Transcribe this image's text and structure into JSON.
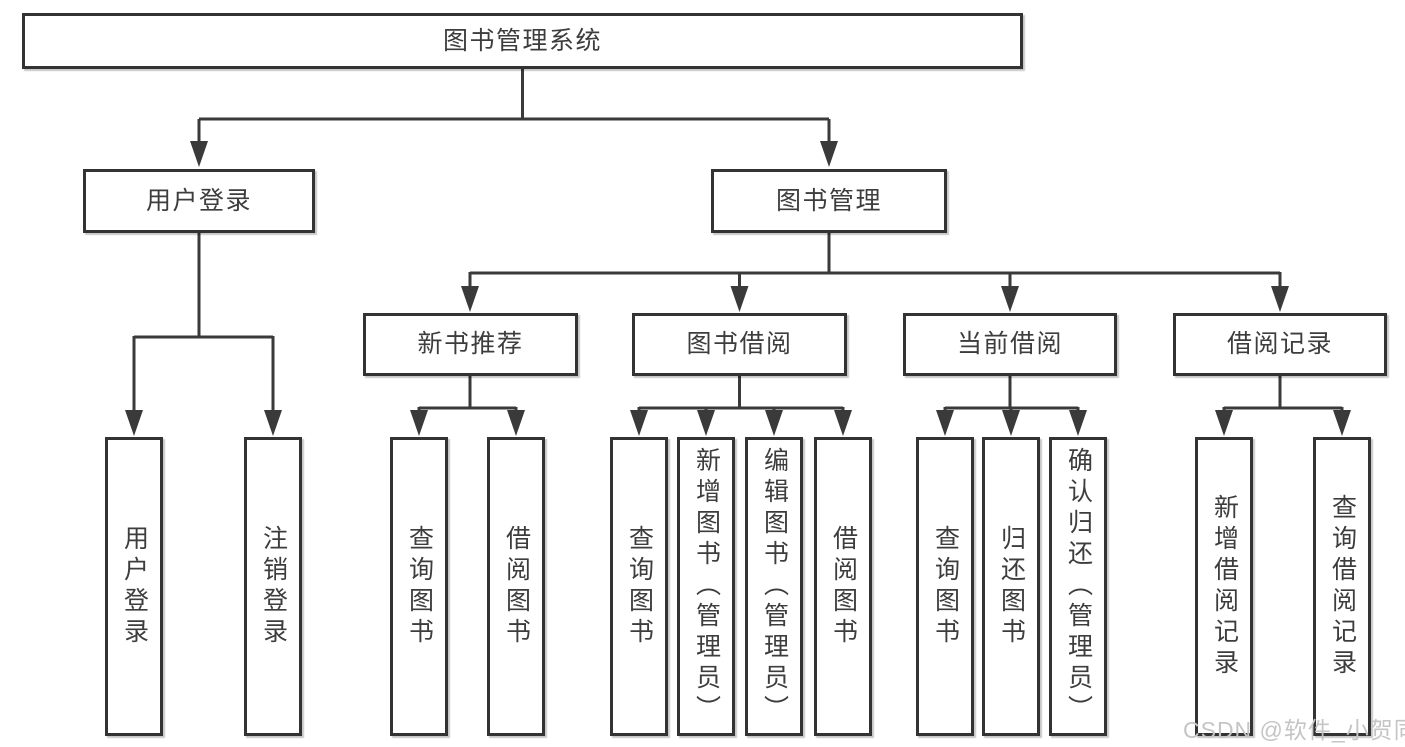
{
  "diagram": {
    "type": "tree",
    "root": {
      "label": "图书管理系统"
    },
    "level2": [
      {
        "id": "user-login",
        "label": "用户登录",
        "parent": "图书管理系统"
      },
      {
        "id": "book-management",
        "label": "图书管理",
        "parent": "图书管理系统"
      }
    ],
    "level3": [
      {
        "id": "new-book-recommend",
        "label": "新书推荐",
        "parent": "图书管理"
      },
      {
        "id": "book-borrow",
        "label": "图书借阅",
        "parent": "图书管理"
      },
      {
        "id": "current-borrow",
        "label": "当前借阅",
        "parent": "图书管理"
      },
      {
        "id": "borrow-records",
        "label": "借阅记录",
        "parent": "图书管理"
      }
    ],
    "leaves": [
      {
        "label": "用户登录",
        "parent": "用户登录"
      },
      {
        "label": "注销登录",
        "parent": "用户登录"
      },
      {
        "label": "查询图书",
        "parent": "新书推荐"
      },
      {
        "label": "借阅图书",
        "parent": "新书推荐"
      },
      {
        "label": "查询图书",
        "parent": "图书借阅"
      },
      {
        "label": "新增图书（管理员）",
        "parent": "图书借阅"
      },
      {
        "label": "编辑图书（管理员）",
        "parent": "图书借阅"
      },
      {
        "label": "借阅图书",
        "parent": "图书借阅"
      },
      {
        "label": "查询图书",
        "parent": "当前借阅"
      },
      {
        "label": "归还图书",
        "parent": "当前借阅"
      },
      {
        "label": "确认归还（管理员）",
        "parent": "当前借阅"
      },
      {
        "label": "新增借阅记录",
        "parent": "借阅记录"
      },
      {
        "label": "查询借阅记录",
        "parent": "借阅记录"
      }
    ]
  },
  "watermark": "CSDN @软件_小贺同学",
  "colors": {
    "background": "#ffffff",
    "box_fill": "#ffffff",
    "box_border": "#333333",
    "line": "#3a3a3a",
    "text": "#3d3d3d",
    "watermark": "#c5c5c5"
  }
}
